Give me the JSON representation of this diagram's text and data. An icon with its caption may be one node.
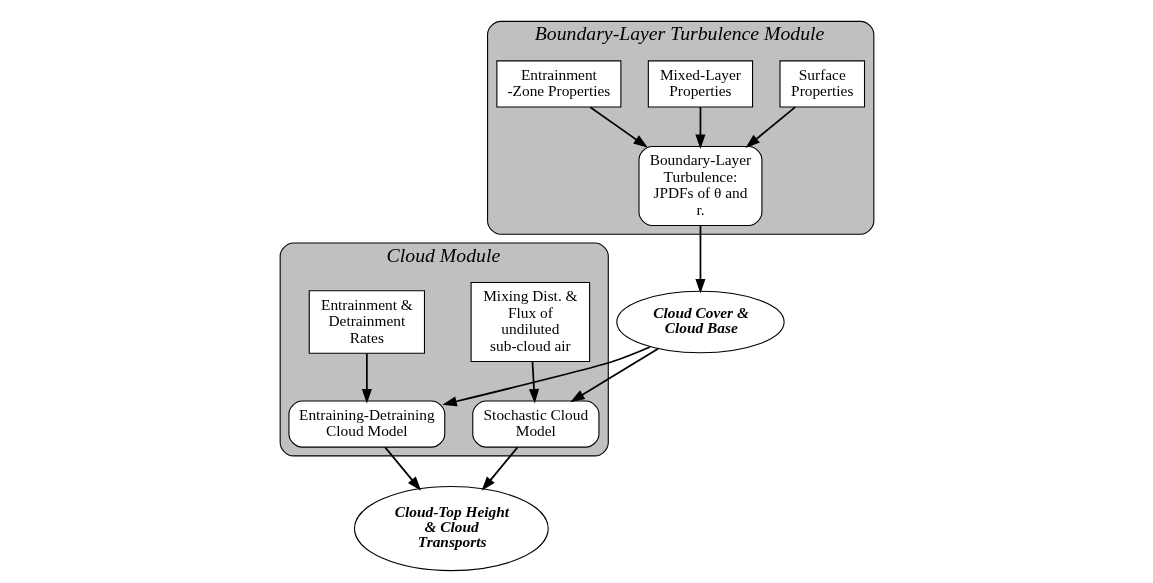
{
  "diagram": {
    "nodes": [
      {
        "text": [
          "Boundary-Layer Turbulence Module"
        ]
      },
      {
        "text": [
          "Boundary-Layer Turbulence: JPDFs of θ and r."
        ],
        "in": 0
      },
      {
        "text": [
          "Surface Properties"
        ],
        "in": 0
      },
      {
        "text": [
          "Mixed-Layer Properties"
        ],
        "in": 0
      },
      {
        "text": [
          "Entrainment -Zone Properties"
        ],
        "in": 0
      },
      {
        "text": [
          "Cloud Cover & Cloud Base"
        ]
      },
      {
        "text": [
          "Cloud Module"
        ]
      },
      {
        "text": [
          "Mixing Dist. & Flux of undiluted sub-cloud air"
        ],
        "in": 6
      },
      {
        "text": [
          "Entraining-Detraining Cloud Model"
        ],
        "in": 6
      },
      {
        "text": [
          "Stochastic Cloud Model"
        ],
        "in": 6
      },
      {
        "text": [
          "Entrainment & Detrainment Rates"
        ],
        "in": 6
      },
      {
        "text": [
          "Cloud-Top Height & Cloud Transports"
        ]
      }
    ],
    "edges": [
      {
        "from": 2,
        "to": 1,
        "arrow": "to"
      },
      {
        "from": 3,
        "to": 1,
        "arrow": "to"
      },
      {
        "from": 4,
        "to": 1,
        "arrow": "to"
      },
      {
        "from": 1,
        "to": 5,
        "arrow": "to"
      },
      {
        "from": 5,
        "to": 9,
        "arrow": "to"
      },
      {
        "from": 5,
        "to": 8,
        "arrow": "to"
      },
      {
        "from": 7,
        "to": 9,
        "arrow": "to"
      },
      {
        "from": 10,
        "to": 8,
        "arrow": "to"
      },
      {
        "from": 9,
        "to": 11,
        "arrow": "to"
      },
      {
        "from": 8,
        "to": 11,
        "arrow": "to"
      }
    ]
  }
}
